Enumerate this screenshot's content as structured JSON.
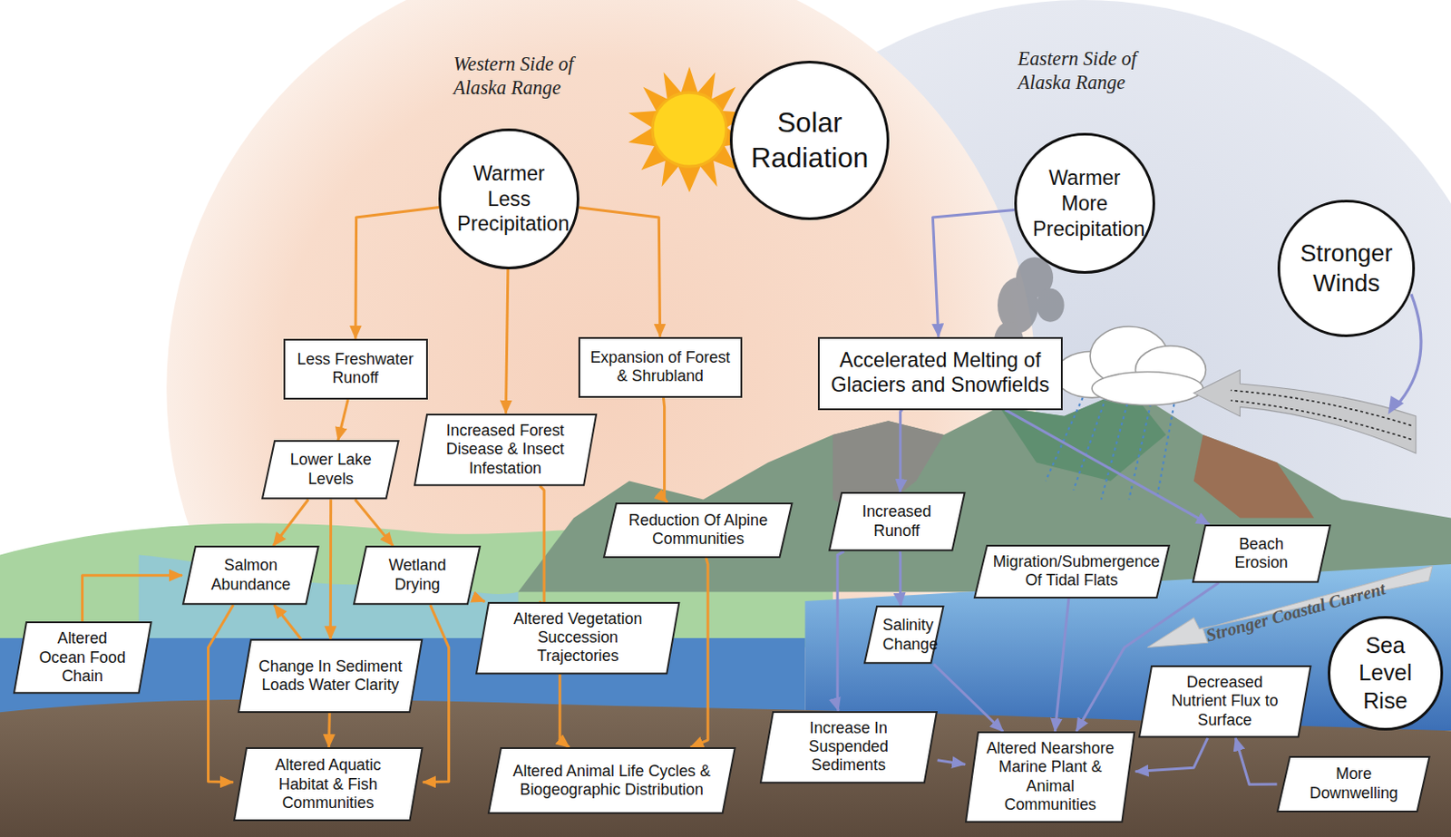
{
  "diagram": {
    "nodes": [
      {
        "text": [
          "Warmer Less Precipitation"
        ]
      },
      {
        "text": [
          "Solar Radiation"
        ]
      },
      {
        "text": [
          "Warmer More Precipitation"
        ]
      },
      {
        "text": [
          "Stronger Winds"
        ]
      },
      {
        "text": [
          "Less Freshwater Runoff"
        ]
      },
      {
        "text": [
          "Expansion of Forest & Shrubland"
        ]
      },
      {
        "text": [
          "Accelerated Melting of Glaciers and Snowfields"
        ]
      },
      {
        "text": [
          "Lower Lake Levels"
        ]
      },
      {
        "text": [
          "Increased Forest Disease & Insect Infestation"
        ]
      },
      {
        "text": [
          "Reduction Of Alpine Communities"
        ]
      },
      {
        "text": [
          "Increased Runoff"
        ]
      },
      {
        "text": [
          "Salmon Abundance"
        ]
      },
      {
        "text": [
          "Wetland Drying"
        ]
      },
      {
        "text": [
          "Migration/Submergence Of Tidal Flats"
        ]
      },
      {
        "text": [
          "Beach Erosion"
        ]
      },
      {
        "text": [
          "Altered Ocean Food Chain"
        ]
      },
      {
        "text": [
          "Altered Vegetation Succession Trajectories"
        ]
      },
      {
        "text": [
          "Salinity Change"
        ]
      },
      {
        "text": [
          "Change In Sediment Loads Water Clarity"
        ]
      },
      {
        "text": [
          "Sea Level Rise"
        ]
      },
      {
        "text": [
          "Decreased Nutrient Flux to Surface"
        ]
      },
      {
        "text": [
          "Increase In Suspended Sediments"
        ]
      },
      {
        "text": [
          "Altered Aquatic Habitat & Fish Communities"
        ]
      },
      {
        "text": [
          "Altered Animal Life Cycles & Biogeographic Distribution"
        ]
      },
      {
        "text": [
          "Altered Nearshore Marine Plant & Animal Communities"
        ]
      },
      {
        "text": [
          "More Downwelling"
        ]
      }
    ],
    "edges": [
      {
        "from": 0,
        "to": 4,
        "arrow": "to"
      },
      {
        "from": 0,
        "to": 8,
        "arrow": "to"
      },
      {
        "from": 0,
        "to": 5,
        "arrow": "to"
      },
      {
        "from": 4,
        "to": 7,
        "arrow": "to"
      },
      {
        "from": 7,
        "to": 11,
        "arrow": "to"
      },
      {
        "from": 7,
        "to": 12,
        "arrow": "to"
      },
      {
        "from": 7,
        "to": 18,
        "arrow": "to"
      },
      {
        "from": 15,
        "to": 11,
        "arrow": "to"
      },
      {
        "from": 18,
        "to": 11,
        "arrow": "to"
      },
      {
        "from": 11,
        "to": 22,
        "arrow": "to"
      },
      {
        "from": 18,
        "to": 22,
        "arrow": "to"
      },
      {
        "from": 12,
        "to": 22,
        "arrow": "to"
      },
      {
        "from": 12,
        "to": 16,
        "arrow": "to"
      },
      {
        "from": 8,
        "to": 16,
        "arrow": "to"
      },
      {
        "from": 5,
        "to": 9,
        "arrow": "to"
      },
      {
        "from": 9,
        "to": 23,
        "arrow": "to"
      },
      {
        "from": 16,
        "to": 23,
        "arrow": "to"
      },
      {
        "from": 2,
        "to": 6,
        "arrow": "to"
      },
      {
        "from": 6,
        "to": 10,
        "arrow": "to"
      },
      {
        "from": 10,
        "to": 17,
        "arrow": "to"
      },
      {
        "from": 10,
        "to": 21,
        "arrow": "to"
      },
      {
        "from": 6,
        "to": 14,
        "arrow": "to"
      },
      {
        "from": 17,
        "to": 24,
        "arrow": "to"
      },
      {
        "from": 13,
        "to": 24,
        "arrow": "to"
      },
      {
        "from": 14,
        "to": 24,
        "arrow": "to"
      },
      {
        "from": 21,
        "to": 24,
        "arrow": "to"
      },
      {
        "from": 20,
        "to": 24,
        "arrow": "to"
      },
      {
        "from": 25,
        "to": 20,
        "arrow": "to"
      }
    ],
    "labels": [
      "Western Side of Alaska Range",
      "Eastern Side of Alaska Range",
      "Stronger Coastal Current"
    ]
  }
}
